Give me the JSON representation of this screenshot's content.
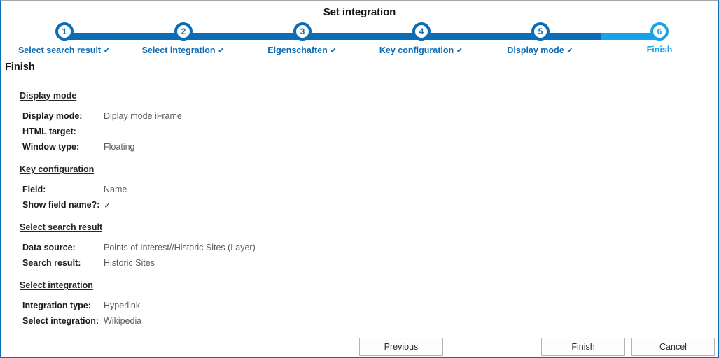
{
  "window": {
    "title": "Set integration",
    "accent_color": "#0c6cb5",
    "accent_light_color": "#17a3e8",
    "top_border_color": "#a6a6a6"
  },
  "stepper": {
    "steps": [
      {
        "number": "1",
        "label": "Select search result ✓",
        "state": "done"
      },
      {
        "number": "2",
        "label": "Select integration ✓",
        "state": "done"
      },
      {
        "number": "3",
        "label": "Eigenschaften ✓",
        "state": "done"
      },
      {
        "number": "4",
        "label": "Key configuration ✓",
        "state": "done"
      },
      {
        "number": "5",
        "label": "Display mode ✓",
        "state": "done"
      },
      {
        "number": "6",
        "label": "Finish",
        "state": "current"
      }
    ]
  },
  "content": {
    "heading": "Finish",
    "sections": [
      {
        "title": "Display mode",
        "rows": [
          {
            "label": "Display mode:",
            "value": "Diplay mode iFrame"
          },
          {
            "label": "HTML target:",
            "value": ""
          },
          {
            "label": "Window type:",
            "value": "Floating"
          }
        ]
      },
      {
        "title": "Key configuration",
        "rows": [
          {
            "label": "Field:",
            "value": "Name"
          },
          {
            "label": "Show field name?:",
            "value": "✓"
          }
        ]
      },
      {
        "title": "Select search result",
        "rows": [
          {
            "label": "Data source:",
            "value": "Points of Interest//Historic Sites (Layer)"
          },
          {
            "label": "Search result:",
            "value": "Historic Sites"
          }
        ]
      },
      {
        "title": "Select integration",
        "rows": [
          {
            "label": "Integration type:",
            "value": "Hyperlink"
          },
          {
            "label": "Select integration:",
            "value": "Wikipedia"
          }
        ]
      }
    ]
  },
  "buttons": {
    "previous": "Previous",
    "finish": "Finish",
    "cancel": "Cancel"
  }
}
